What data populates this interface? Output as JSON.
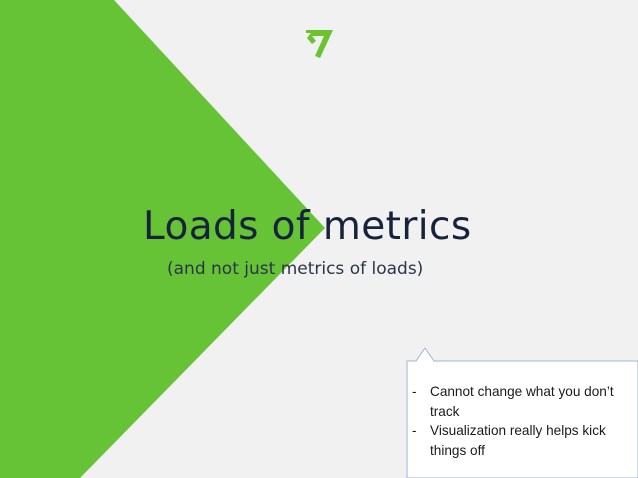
{
  "slide": {
    "title": "Loads of metrics",
    "subtitle": "(and not just metrics of loads)",
    "logo": {
      "icon": "wise-flag-logo-icon",
      "color": "#6cc332"
    },
    "colors": {
      "background": "#f1f1f1",
      "accent_green": "#67c336",
      "title_text": "#17233a"
    },
    "notes": {
      "bullet": "-",
      "items": [
        {
          "text": "Cannot change what you don’t track"
        },
        {
          "text": "Visualization really helps kick things off"
        }
      ]
    }
  }
}
